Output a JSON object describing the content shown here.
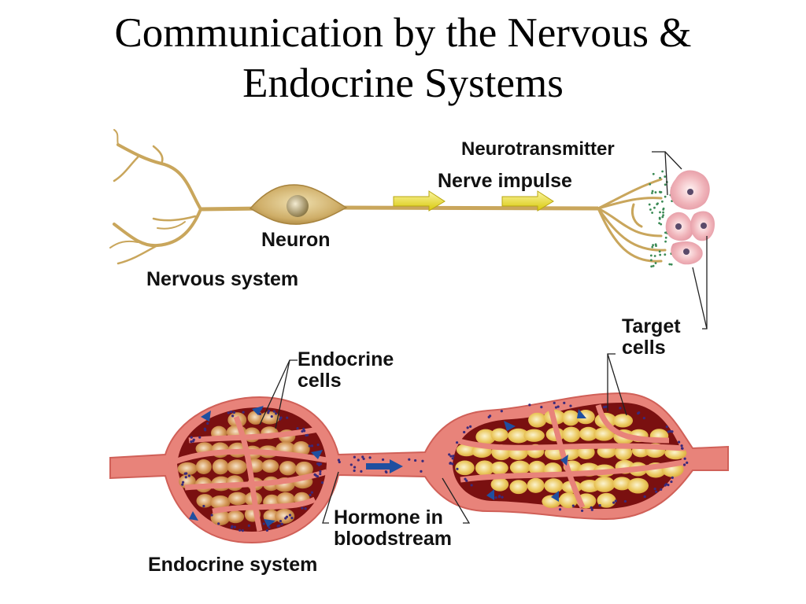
{
  "slide": {
    "title_line1": "Communication by the Nervous &",
    "title_line2": "Endocrine Systems"
  },
  "nervous": {
    "section_label": "Nervous system",
    "neuron_label": "Neuron",
    "impulse_label": "Nerve impulse",
    "neurotransmitter_label": "Neurotransmitter",
    "target_label_line1": "Target",
    "target_label_line2": "cells",
    "impulse_arrow_count": 2,
    "target_cell_count": 4
  },
  "endocrine": {
    "section_label": "Endocrine system",
    "endocrine_cells_line1": "Endocrine",
    "endocrine_cells_line2": "cells",
    "hormone_line1": "Hormone in",
    "hormone_line2": "bloodstream"
  },
  "colors": {
    "neuron": "#c9a65c",
    "neuron_dark": "#a8843e",
    "impulse_arrow": "#e6d81c",
    "neurotransmitter_dots": "#3a8a55",
    "target_cell": "#eaa6ae",
    "vessel": "#e8837a",
    "vessel_dark": "#7a1010",
    "endocrine_cell": "#c98a48",
    "target_tissue_cell": "#e9c45a",
    "hormone": "#1f4fa0"
  }
}
